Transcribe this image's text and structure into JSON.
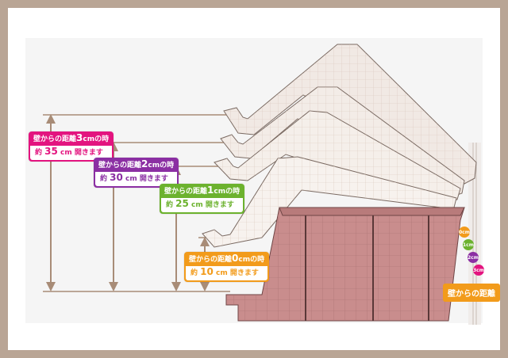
{
  "colors": {
    "frame": "#b9a595",
    "arrow": "#a88c77",
    "label_3cm": "#e3147f",
    "label_2cm": "#8b2fa3",
    "label_1cm": "#6cb22e",
    "label_0cm": "#f29b1b",
    "lid": "#f1e9e4",
    "bin": "#c98d8d"
  },
  "labels": [
    {
      "id": "3cm",
      "top_prefix": "壁からの距離",
      "top_num": "3",
      "top_unit": "cm",
      "top_suffix": "の時",
      "bot_prefix": "約",
      "bot_num": "35",
      "bot_unit": "cm",
      "bot_suffix": "開きます"
    },
    {
      "id": "2cm",
      "top_prefix": "壁からの距離",
      "top_num": "2",
      "top_unit": "cm",
      "top_suffix": "の時",
      "bot_prefix": "約",
      "bot_num": "30",
      "bot_unit": "cm",
      "bot_suffix": "開きます"
    },
    {
      "id": "1cm",
      "top_prefix": "壁からの距離",
      "top_num": "1",
      "top_unit": "cm",
      "top_suffix": "の時",
      "bot_prefix": "約",
      "bot_num": "25",
      "bot_unit": "cm",
      "bot_suffix": "開きます"
    },
    {
      "id": "0cm",
      "top_prefix": "壁からの距離",
      "top_num": "0",
      "top_unit": "cm",
      "top_suffix": "の時",
      "bot_prefix": "約",
      "bot_num": "10",
      "bot_unit": "cm",
      "bot_suffix": "開きます"
    }
  ],
  "wall_markers": [
    "0cm",
    "1cm",
    "2cm",
    "3cm"
  ],
  "wall_label": "壁からの距離"
}
